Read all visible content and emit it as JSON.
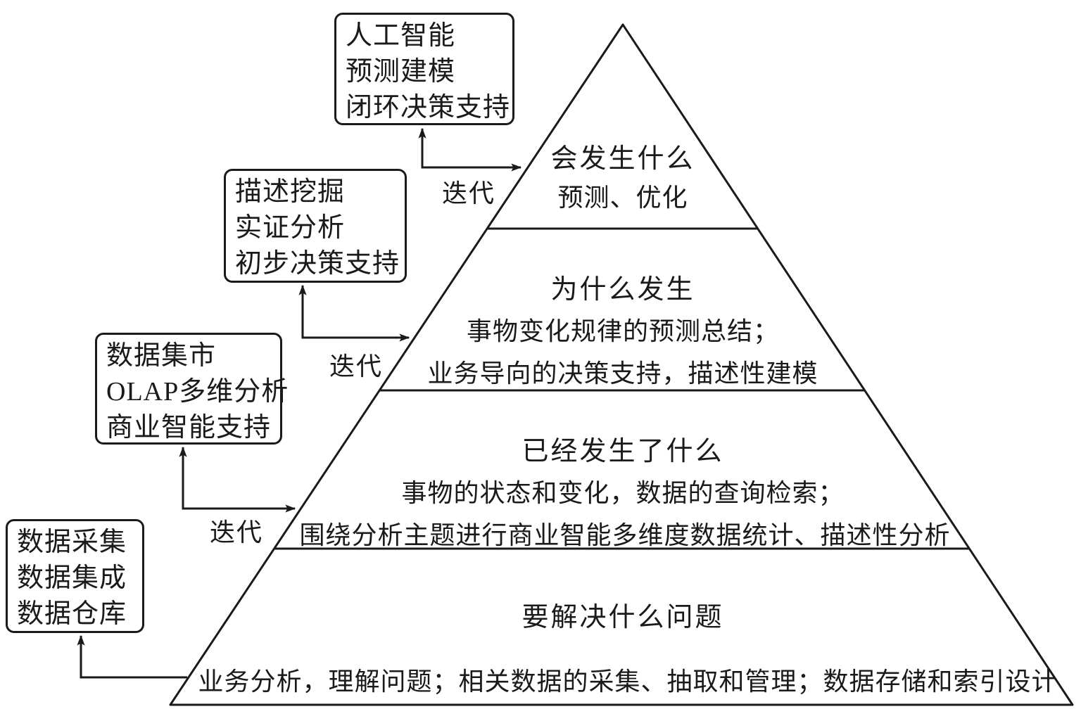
{
  "diagram": {
    "colors": {
      "ink": "#1a1a1a",
      "paper": "#ffffff"
    },
    "iteration_label": "迭代",
    "boxes": [
      {
        "id": "ai",
        "lines": [
          "人工智能",
          "预测建模",
          "闭环决策支持"
        ]
      },
      {
        "id": "mining",
        "lines": [
          "描述挖掘",
          "实证分析",
          "初步决策支持"
        ]
      },
      {
        "id": "datamart",
        "lines": [
          "数据集市",
          "OLAP多维分析",
          "商业智能支持"
        ]
      },
      {
        "id": "warehouse",
        "lines": [
          "数据采集",
          "数据集成",
          "数据仓库"
        ]
      }
    ],
    "levels": [
      {
        "title": "会发生什么",
        "lines": [
          "预测、优化"
        ]
      },
      {
        "title": "为什么发生",
        "lines": [
          "事物变化规律的预测总结；",
          "业务导向的决策支持，描述性建模"
        ]
      },
      {
        "title": "已经发生了什么",
        "lines": [
          "事物的状态和变化，数据的查询检索；",
          "围绕分析主题进行商业智能多维度数据统计、描述性分析"
        ]
      },
      {
        "title": "要解决什么问题",
        "lines": [
          "业务分析，理解问题；相关数据的采集、抽取和管理；数据存储和索引设计"
        ]
      }
    ]
  }
}
